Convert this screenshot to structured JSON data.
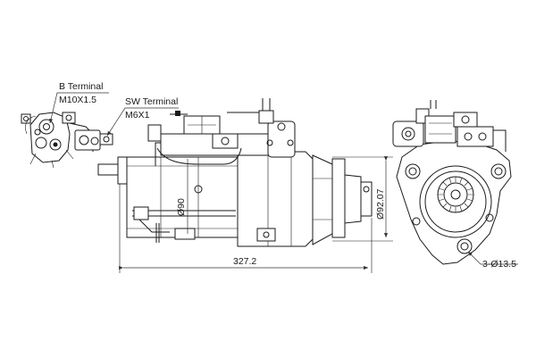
{
  "labels": {
    "b_terminal": "B Terminal",
    "b_terminal_spec": "M10X1.5",
    "sw_terminal": "SW Terminal",
    "sw_terminal_spec": "M6X1"
  },
  "dimensions": {
    "overall_length": "327.2",
    "body_diameter": "Ø90",
    "pilot_diameter": "Ø92.07",
    "mounting_holes": "3-Ø13.5"
  }
}
